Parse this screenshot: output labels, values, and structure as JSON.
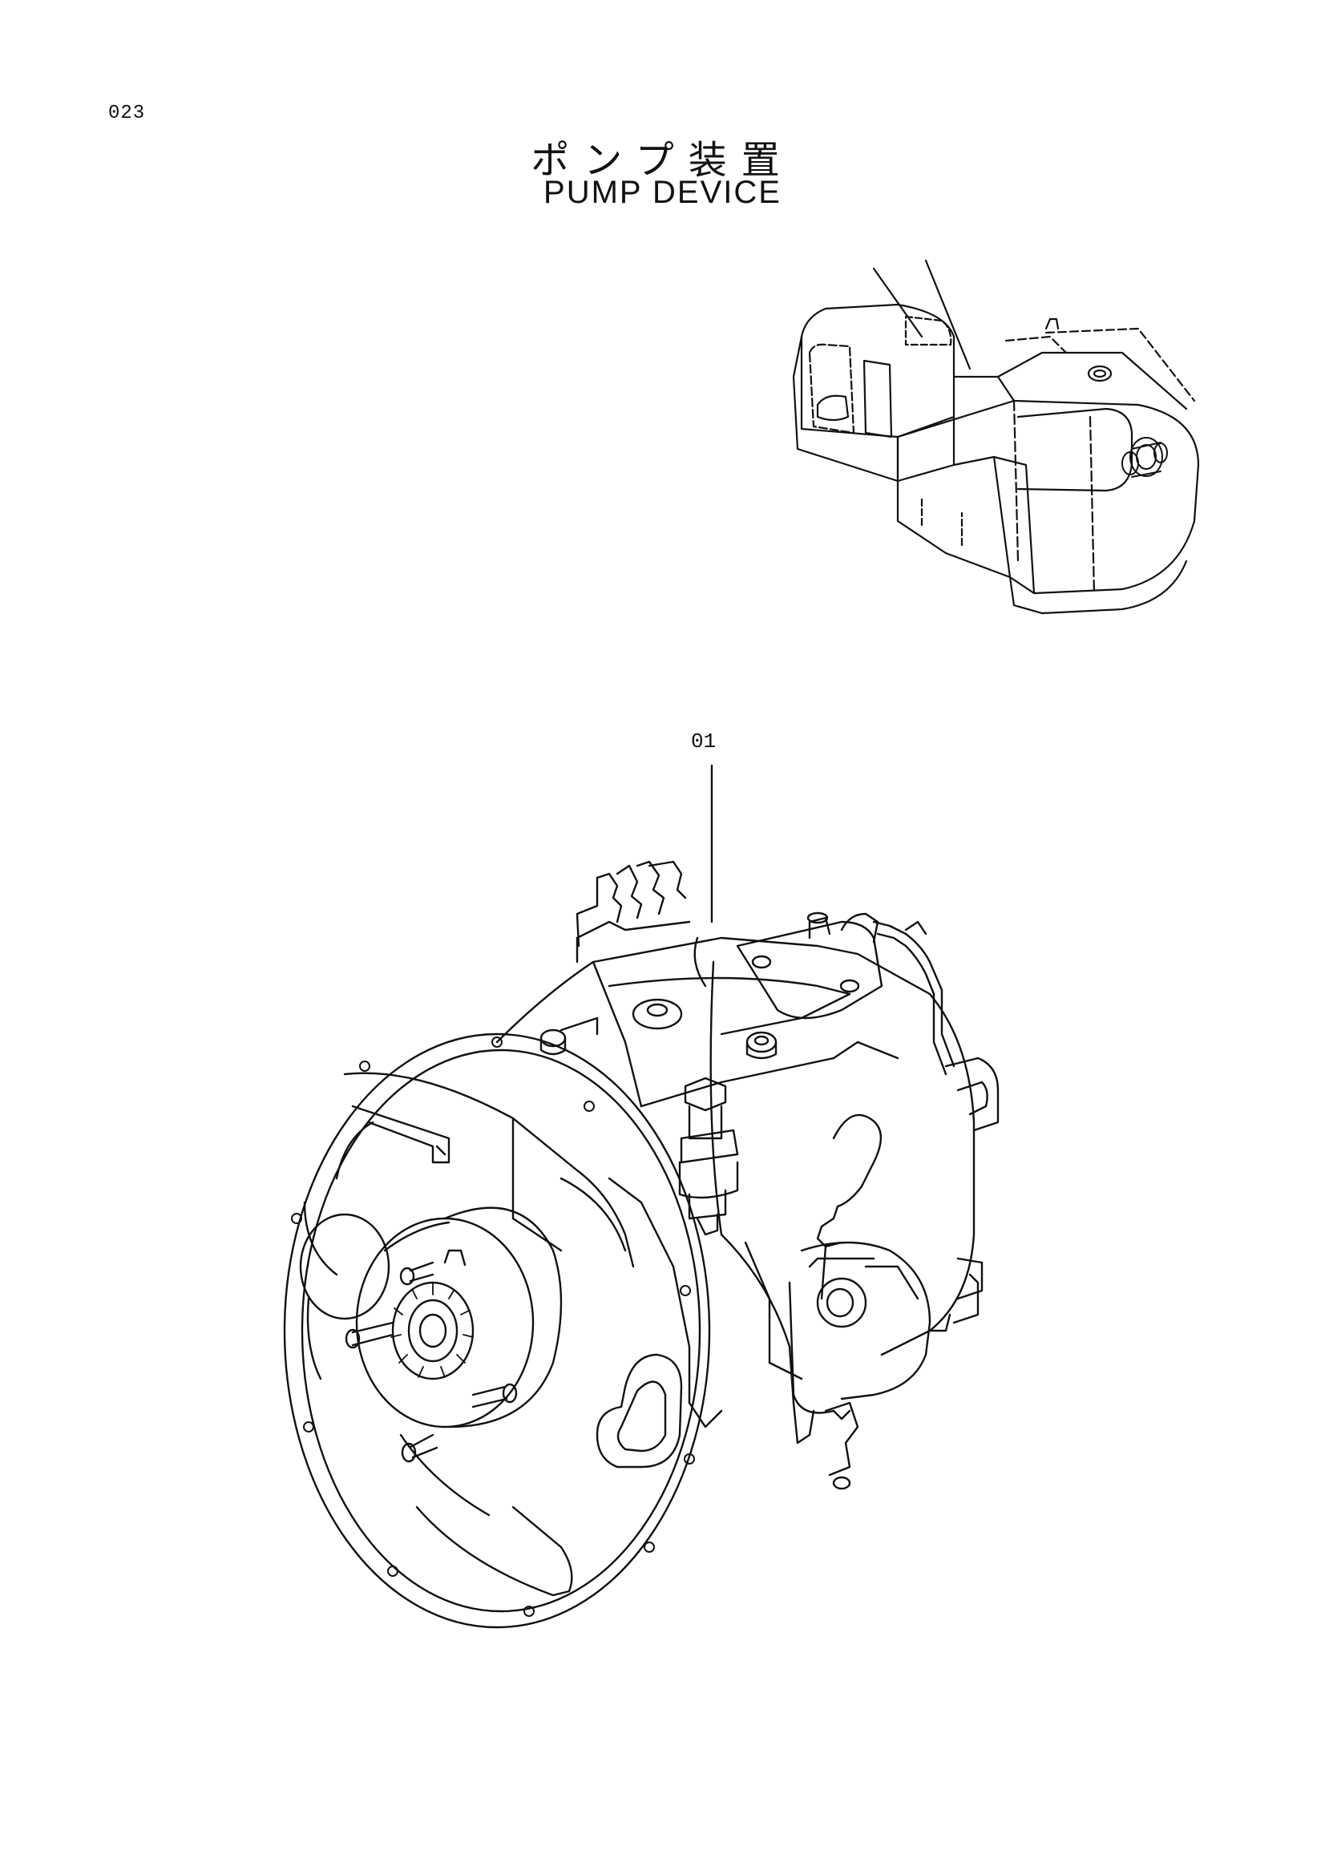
{
  "page": {
    "number": "023",
    "title_ja": "ポンプ装置",
    "title_en": "PUMP DEVICE"
  },
  "callouts": [
    {
      "label": "01"
    }
  ],
  "illustrations": {
    "locator": "excavator-locator",
    "main": "pump-device"
  },
  "colors": {
    "line": "#111111",
    "background": "#ffffff"
  }
}
